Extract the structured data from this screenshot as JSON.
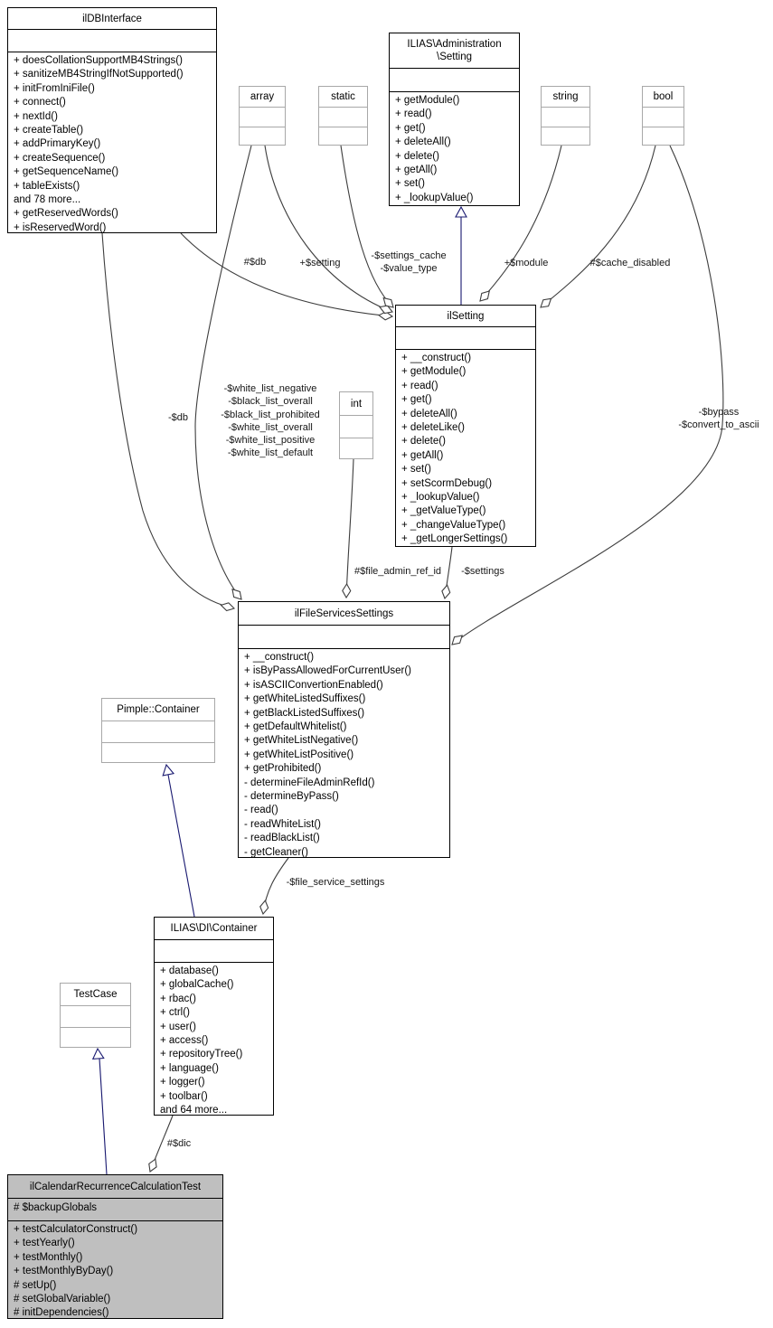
{
  "diagram": {
    "type": "uml-collaboration-diagram",
    "background": "#ffffff",
    "colors": {
      "edge": "#3d3d3d",
      "inheritance_edge": "#191970",
      "class_border": "#000000",
      "primitive_border": "#a8a8a8",
      "highlight_fill": "#bfbfbf",
      "node_fill": "#ffffff"
    },
    "nodes": [
      {
        "id": "ildbinterface",
        "kind": "class",
        "title_lines": [
          "ilDBInterface"
        ],
        "attributes": [],
        "methods": [
          "+ doesCollationSupportMB4Strings()",
          "+ sanitizeMB4StringIfNotSupported()",
          "+ initFromIniFile()",
          "+ connect()",
          "+ nextId()",
          "+ createTable()",
          "+ addPrimaryKey()",
          "+ createSequence()",
          "+ getSequenceName()",
          "+ tableExists()",
          "and 78 more...",
          "+ getReservedWords()",
          "+ isReservedWord()"
        ]
      },
      {
        "id": "admin-setting",
        "kind": "class",
        "title_lines": [
          "ILIAS\\Administration",
          "\\Setting"
        ],
        "attributes": [],
        "methods": [
          "+ getModule()",
          "+ read()",
          "+ get()",
          "+ deleteAll()",
          "+ delete()",
          "+ getAll()",
          "+ set()",
          "+ _lookupValue()"
        ]
      },
      {
        "id": "array",
        "kind": "primitive",
        "title_lines": [
          "array"
        ],
        "attributes": [],
        "methods": []
      },
      {
        "id": "static",
        "kind": "primitive",
        "title_lines": [
          "static"
        ],
        "attributes": [],
        "methods": []
      },
      {
        "id": "string",
        "kind": "primitive",
        "title_lines": [
          "string"
        ],
        "attributes": [],
        "methods": []
      },
      {
        "id": "bool",
        "kind": "primitive",
        "title_lines": [
          "bool"
        ],
        "attributes": [],
        "methods": []
      },
      {
        "id": "ilsetting",
        "kind": "class",
        "title_lines": [
          "ilSetting"
        ],
        "attributes": [],
        "methods": [
          "+ __construct()",
          "+ getModule()",
          "+ read()",
          "+ get()",
          "+ deleteAll()",
          "+ deleteLike()",
          "+ delete()",
          "+ getAll()",
          "+ set()",
          "+ setScormDebug()",
          "+ _lookupValue()",
          "+ _getValueType()",
          "+ _changeValueType()",
          "+ _getLongerSettings()"
        ]
      },
      {
        "id": "int",
        "kind": "primitive",
        "title_lines": [
          "int"
        ],
        "attributes": [],
        "methods": []
      },
      {
        "id": "filesettings",
        "kind": "class",
        "title_lines": [
          "ilFileServicesSettings"
        ],
        "attributes": [],
        "methods": [
          "+ __construct()",
          "+ isByPassAllowedForCurrentUser()",
          "+ isASCIIConvertionEnabled()",
          "+ getWhiteListedSuffixes()",
          "+ getBlackListedSuffixes()",
          "+ getDefaultWhitelist()",
          "+ getWhiteListNegative()",
          "+ getWhiteListPositive()",
          "+ getProhibited()",
          "- determineFileAdminRefId()",
          "- determineByPass()",
          "- read()",
          "- readWhiteList()",
          "- readBlackList()",
          "- getCleaner()"
        ]
      },
      {
        "id": "pimple",
        "kind": "external",
        "title_lines": [
          "Pimple::Container"
        ],
        "attributes": [],
        "methods": []
      },
      {
        "id": "dicontainer",
        "kind": "class",
        "title_lines": [
          "ILIAS\\DI\\Container"
        ],
        "attributes": [],
        "methods": [
          "+ database()",
          "+ globalCache()",
          "+ rbac()",
          "+ ctrl()",
          "+ user()",
          "+ access()",
          "+ repositoryTree()",
          "+ language()",
          "+ logger()",
          "+ toolbar()",
          "and 64 more..."
        ]
      },
      {
        "id": "testcase",
        "kind": "external",
        "title_lines": [
          "TestCase"
        ],
        "attributes": [],
        "methods": []
      },
      {
        "id": "caltest",
        "kind": "class",
        "highlight": true,
        "title_lines": [
          "ilCalendarRecurrenceCalculationTest"
        ],
        "attributes": [
          "# $backupGlobals"
        ],
        "methods": [
          "+ testCalculatorConstruct()",
          "+ testYearly()",
          "+ testMonthly()",
          "+ testMonthlyByDay()",
          "# setUp()",
          "# setGlobalVariable()",
          "# initDependencies()"
        ]
      }
    ],
    "edges": [
      {
        "id": "e1",
        "from": "ildbinterface",
        "to": "ilsetting",
        "kind": "aggregation",
        "label": [
          "#$db"
        ]
      },
      {
        "id": "e2",
        "from": "ildbinterface",
        "to": "filesettings",
        "kind": "aggregation",
        "label": [
          "-$db"
        ]
      },
      {
        "id": "e3",
        "from": "array",
        "to": "ilsetting",
        "kind": "aggregation",
        "label": [
          "+$setting"
        ]
      },
      {
        "id": "e4",
        "from": "array",
        "to": "filesettings",
        "kind": "aggregation",
        "label": [
          "-$white_list_negative",
          "-$black_list_overall",
          "-$black_list_prohibited",
          "-$white_list_overall",
          "-$white_list_positive",
          "-$white_list_default"
        ]
      },
      {
        "id": "e5",
        "from": "static",
        "to": "ilsetting",
        "kind": "aggregation",
        "label": [
          "-$settings_cache",
          "-$value_type"
        ]
      },
      {
        "id": "e6",
        "from": "ilsetting",
        "to": "admin-setting",
        "kind": "inheritance",
        "label": []
      },
      {
        "id": "e7",
        "from": "string",
        "to": "ilsetting",
        "kind": "aggregation",
        "label": [
          "+$module"
        ]
      },
      {
        "id": "e8",
        "from": "bool",
        "to": "ilsetting",
        "kind": "aggregation",
        "label": [
          "#$cache_disabled"
        ]
      },
      {
        "id": "e9",
        "from": "bool",
        "to": "filesettings",
        "kind": "aggregation",
        "label": [
          "-$bypass",
          "-$convert_to_ascii"
        ]
      },
      {
        "id": "e10",
        "from": "int",
        "to": "filesettings",
        "kind": "aggregation",
        "label": [
          "#$file_admin_ref_id"
        ]
      },
      {
        "id": "e11",
        "from": "ilsetting",
        "to": "filesettings",
        "kind": "aggregation",
        "label": [
          "-$settings"
        ]
      },
      {
        "id": "e12",
        "from": "filesettings",
        "to": "dicontainer",
        "kind": "aggregation",
        "label": [
          "-$file_service_settings"
        ]
      },
      {
        "id": "e13",
        "from": "dicontainer",
        "to": "pimple",
        "kind": "inheritance",
        "label": []
      },
      {
        "id": "e14",
        "from": "caltest",
        "to": "testcase",
        "kind": "inheritance",
        "label": []
      },
      {
        "id": "e15",
        "from": "dicontainer",
        "to": "caltest",
        "kind": "aggregation",
        "label": [
          "#$dic"
        ]
      }
    ]
  }
}
